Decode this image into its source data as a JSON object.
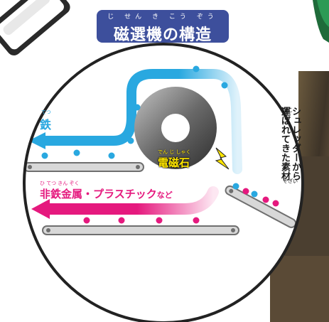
{
  "title": {
    "text": "磁選機の構造",
    "ruby": "じ せん き  こう ぞう"
  },
  "labels": {
    "iron": "鉄",
    "iron_ruby": "てつ",
    "magnet": "電磁石",
    "magnet_ruby": "でん じ しゃく",
    "nonferrous": "非鉄金属・プラスチック",
    "nonferrous_ruby": "ひ てつ きん ぞく",
    "nonferrous_suffix": "など",
    "incoming_line1": "シュレッダーから",
    "incoming_line2": "運ばれてきた素材",
    "incoming_ruby_haco": "はこ",
    "incoming_ruby_sozai": "そざい"
  },
  "colors": {
    "iron_blue": "#29a8e0",
    "nonferrous_magenta": "#e5197e",
    "title_bg": "#3d4f9c",
    "magnet_yellow": "#ffe600",
    "conveyor_grey": "#9a9a9a"
  }
}
